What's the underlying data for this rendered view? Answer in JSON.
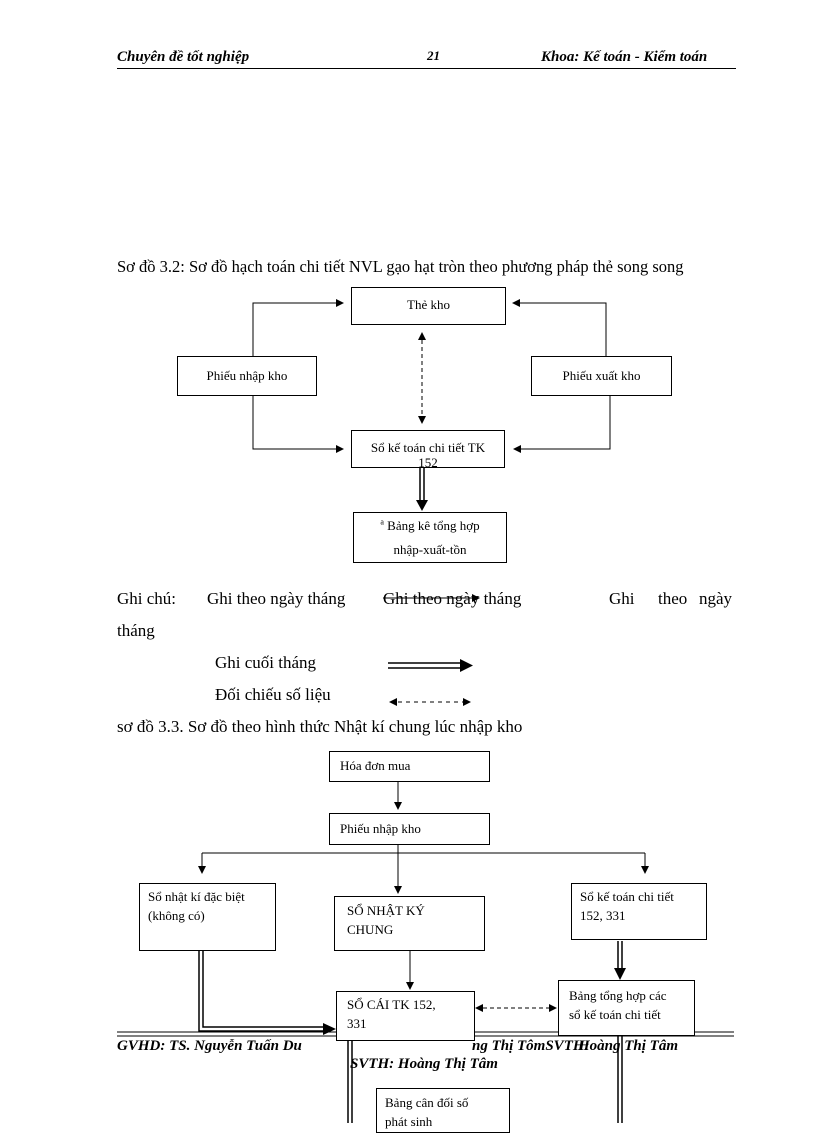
{
  "header": {
    "left": "Chuyên  đề tốt nghiệp",
    "page_number": "21",
    "right": "Khoa: Kế toán - Kiểm toán"
  },
  "diagram1": {
    "caption": "Sơ đồ 3.2: Sơ đồ hạch toán chi tiết NVL gạo hạt tròn theo phương pháp thẻ song song",
    "nodes": {
      "the_kho": "Thẻ kho",
      "phieu_nhap": "Phiếu nhập kho",
      "phieu_xuat": "Phiếu xuất kho",
      "so_ke_toan_line1": "Sổ kế toán chi tiết TK",
      "so_ke_toan_line2": "152",
      "bang_ke_line1": "Bảng kê tổng hợp",
      "bang_ke_line2": "nhập-xuất-tồn",
      "bang_ke_marker": "a"
    }
  },
  "legend": {
    "label": "Ghi chú:",
    "item1": "Ghi theo ngày tháng",
    "item1_overlap": "Ghi theo ngày tháng",
    "item1_repeat_a": "Ghi",
    "item1_repeat_b": "theo",
    "item1_repeat_c": "ngày",
    "item1_wrap": "tháng",
    "item2": "Ghi cuối tháng",
    "item3": "Đối chiếu số liệu"
  },
  "diagram2": {
    "caption": "sơ đồ 3.3. Sơ đồ theo hình thức Nhật kí chung lúc nhập kho",
    "nodes": {
      "hoa_don": "Hóa đơn mua",
      "phieu_nhap": "Phiếu nhập kho",
      "nhat_ki_dac_biet_line1": "Sổ nhật kí đặc biệt",
      "nhat_ki_dac_biet_line2": "(không có)",
      "so_nhat_ky_chung_line1": "SỔ NHẬT KÝ",
      "so_nhat_ky_chung_line2": "CHUNG",
      "so_ke_toan_line1": "Sổ kế toán chi tiết",
      "so_ke_toan_line2": "152, 331",
      "so_cai_line1": "SỔ CÁI TK 152,",
      "so_cai_line2": "331",
      "bang_tong_hop_line1": "Bảng tổng hợp các",
      "bang_tong_hop_line2": "sổ kế toán chi tiết",
      "bang_can_doi_line1": "Bảng cân đối số",
      "bang_can_doi_line2": "phát sinh"
    }
  },
  "footer": {
    "line1_left": "GVHD:  TS. Nguyễn  Tuấn  Du",
    "line1_mid": "ng  Thị  TômSVTH:",
    "line1_right": "Hoàng  Thị  Tâm",
    "line2": "SVTH:  Hoàng  Thị  Tâm"
  }
}
